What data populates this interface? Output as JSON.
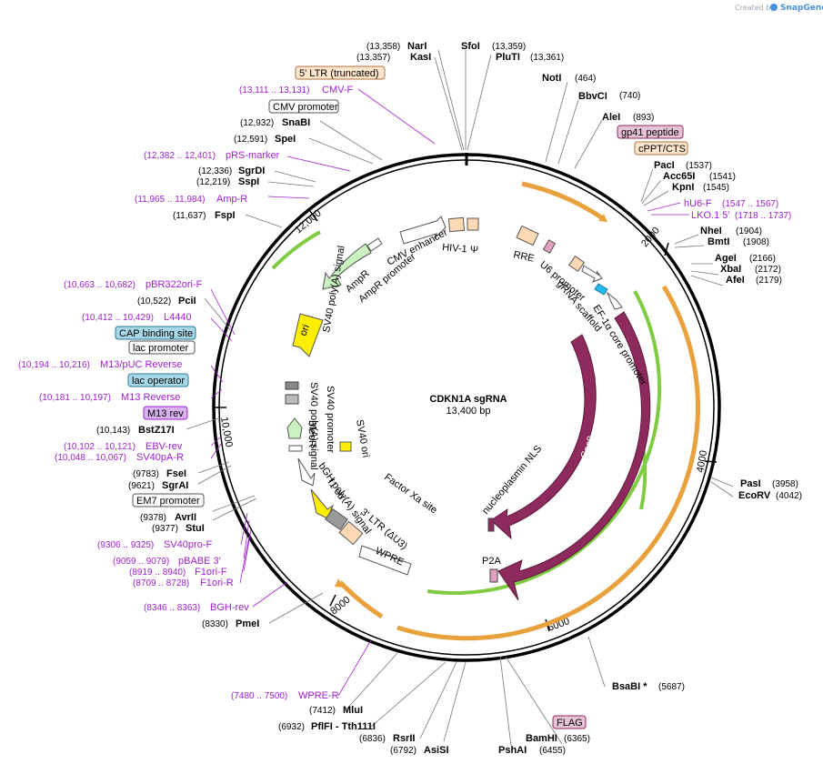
{
  "credit": {
    "created_by": "Created by",
    "app": "SnapGene"
  },
  "plasmid": {
    "name": "CDKN1A sgRNA",
    "size": "13,400 bp"
  },
  "ticks": [
    "2000",
    "4000",
    "6000",
    "8000",
    "10,000",
    "12,000"
  ],
  "enzymes": [
    {
      "name": "NarI",
      "pos": "(13,358)"
    },
    {
      "name": "KasI",
      "pos": "(13,357)"
    },
    {
      "name": "SfoI",
      "pos": "(13,359)"
    },
    {
      "name": "PluTI",
      "pos": "(13,361)"
    },
    {
      "name": "NotI",
      "pos": "(464)"
    },
    {
      "name": "BbvCI",
      "pos": "(740)"
    },
    {
      "name": "AleI",
      "pos": "(893)"
    },
    {
      "name": "PacI",
      "pos": "(1537)"
    },
    {
      "name": "Acc65I",
      "pos": "(1541)"
    },
    {
      "name": "KpnI",
      "pos": "(1545)"
    },
    {
      "name": "NheI",
      "pos": "(1904)"
    },
    {
      "name": "BmtI",
      "pos": "(1908)"
    },
    {
      "name": "AgeI",
      "pos": "(2166)"
    },
    {
      "name": "XbaI",
      "pos": "(2172)"
    },
    {
      "name": "AfeI",
      "pos": "(2179)"
    },
    {
      "name": "PasI",
      "pos": "(3958)"
    },
    {
      "name": "EcoRV",
      "pos": "(4042)"
    },
    {
      "name": "BsaBI *",
      "pos": "(5687)"
    },
    {
      "name": "BamHI",
      "pos": "(6365)"
    },
    {
      "name": "PshAI",
      "pos": "(6455)"
    },
    {
      "name": "AsiSI",
      "pos": "(6792)"
    },
    {
      "name": "RsrII",
      "pos": "(6836)"
    },
    {
      "name": "PflFI - Tth111I",
      "pos": "(6932)"
    },
    {
      "name": "MluI",
      "pos": "(7412)"
    },
    {
      "name": "PmeI",
      "pos": "(8330)"
    },
    {
      "name": "StuI",
      "pos": "(9377)"
    },
    {
      "name": "AvrII",
      "pos": "(9378)"
    },
    {
      "name": "SgrAI",
      "pos": "(9621)"
    },
    {
      "name": "FseI",
      "pos": "(9783)"
    },
    {
      "name": "BstZ17I",
      "pos": "(10,143)"
    },
    {
      "name": "PciI",
      "pos": "(10,522)"
    },
    {
      "name": "FspI",
      "pos": "(11,637)"
    },
    {
      "name": "SspI",
      "pos": "(12,219)"
    },
    {
      "name": "SgrDI",
      "pos": "(12,336)"
    },
    {
      "name": "SpeI",
      "pos": "(12,591)"
    },
    {
      "name": "SnaBI",
      "pos": "(12,932)"
    }
  ],
  "primers": [
    {
      "name": "CMV-F",
      "pos": "(13,111 .. 13,131)"
    },
    {
      "name": "pRS-marker",
      "pos": "(12,382 .. 12,401)"
    },
    {
      "name": "Amp-R",
      "pos": "(11,965 .. 11,984)"
    },
    {
      "name": "pBR322ori-F",
      "pos": "(10,663 .. 10,682)"
    },
    {
      "name": "L4440",
      "pos": "(10,412 .. 10,429)"
    },
    {
      "name": "M13/pUC Reverse",
      "pos": "(10,194 .. 10,216)"
    },
    {
      "name": "M13 Reverse",
      "pos": "(10,181 .. 10,197)"
    },
    {
      "name": "EBV-rev",
      "pos": "(10,102 .. 10,121)"
    },
    {
      "name": "SV40pA-R",
      "pos": "(10,048 .. 10,067)"
    },
    {
      "name": "SV40pro-F",
      "pos": "(9306 .. 9325)"
    },
    {
      "name": "pBABE 3'",
      "pos": "(9059 .. 9079)"
    },
    {
      "name": "F1ori-F",
      "pos": "(8919 .. 8940)"
    },
    {
      "name": "F1ori-R",
      "pos": "(8709 .. 8728)"
    },
    {
      "name": "BGH-rev",
      "pos": "(8346 .. 8363)"
    },
    {
      "name": "WPRE-R",
      "pos": "(7480 .. 7500)"
    },
    {
      "name": "hU6-F",
      "pos": "(1547 .. 1567)"
    },
    {
      "name": "LKO.1 5'",
      "pos": "(1718 .. 1737)"
    }
  ],
  "boxed_labels": {
    "ltr5": "5' LTR (truncated)",
    "cmv_promoter": "CMV promoter",
    "gp41": "gp41 peptide",
    "cppt": "cPPT/CTS",
    "cap": "CAP binding site",
    "lac_promoter": "lac promoter",
    "lac_operator": "lac operator",
    "m13rev": "M13 rev",
    "em7": "EM7 promoter",
    "flag": "FLAG"
  },
  "features": {
    "cmv_enhancer": "CMV enhancer",
    "hiv": "HIV-1 Ψ",
    "rre": "RRE",
    "u6": "U6 promoter",
    "grna": "gRNA scaffold",
    "ef1a": "EF-1α core promoter",
    "ampr": "AmpR",
    "ampr_promoter": "AmpR promoter",
    "ori": "ori",
    "sv40pa": "SV40 poly(A) signal",
    "sv40p": "SV40 promoter",
    "bleor": "BleoR",
    "sv40ori": "SV40 ori",
    "f1ori": "f1 ori",
    "bgh": "bGH poly(A) signal",
    "ltr3": "3' LTR (ΔU3)",
    "wpre": "WPRE",
    "factorxa": "Factor Xa site",
    "nls": "nucleoplasmin NLS",
    "p2a": "P2A",
    "cas9_outer": "Cas9",
    "cas9_inner": "Cas9"
  },
  "colors": {
    "ring": "#000000",
    "cas9": "#8e2a5e",
    "ampr": "#c9f2c0",
    "ori": "#ffee00",
    "ltr": "#ffd9b3",
    "orange_arc": "#e8a13c",
    "green_arc": "#7fcc43",
    "primer": "#a020d0",
    "blue_feat": "#24b8e8",
    "bleor": "#c9f2c0"
  }
}
